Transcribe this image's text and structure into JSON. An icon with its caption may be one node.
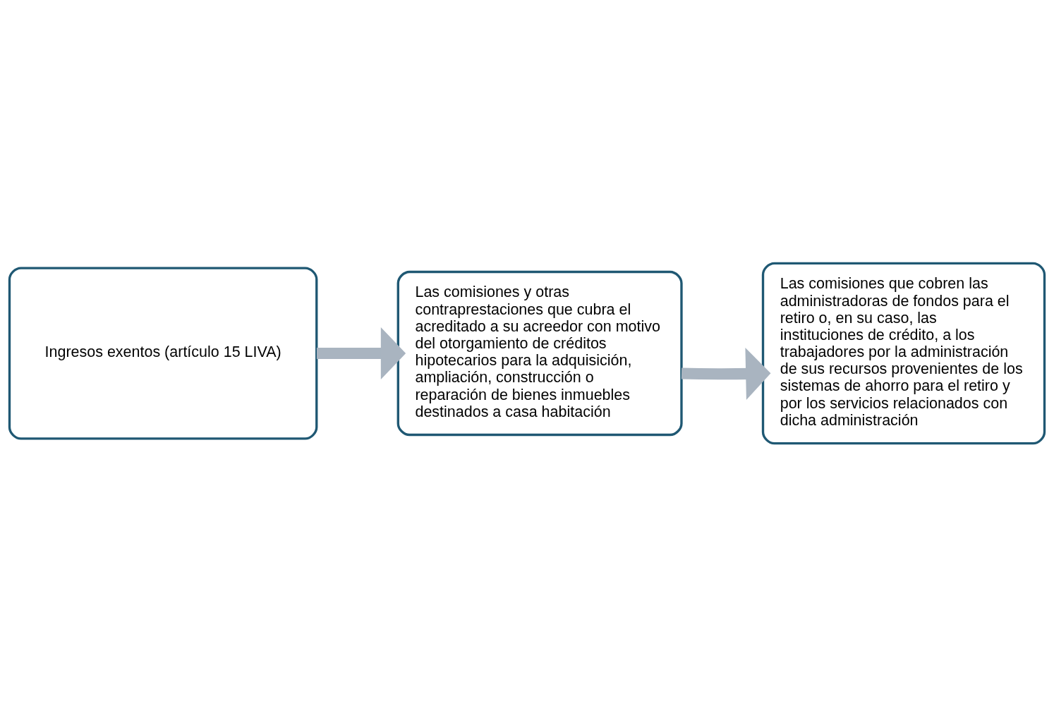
{
  "diagram": {
    "nodes": [
      {
        "text": [
          "Ingresos exentos (artículo 15 LIVA)"
        ]
      },
      {
        "text": [
          "Las comisiones y otras contraprestaciones que cubra el acreditado a su acreedor con motivo del otorgamiento de créditos hipotecarios para la adquisición, ampliación, construcción o reparación de bienes inmuebles destinados a casa habitación"
        ]
      },
      {
        "text": [
          "Las comisiones que cobren las administradoras de fondos para el retiro o, en su caso, las instituciones de crédito, a los trabajadores por la administración de sus recursos provenientes de los sistemas de ahorro para el retiro y por los servicios relacionados con dicha administración"
        ]
      }
    ],
    "edges": [
      {
        "from": 0,
        "to": 1,
        "arrow": "to"
      },
      {
        "from": 1,
        "to": 2,
        "arrow": "to"
      }
    ]
  }
}
